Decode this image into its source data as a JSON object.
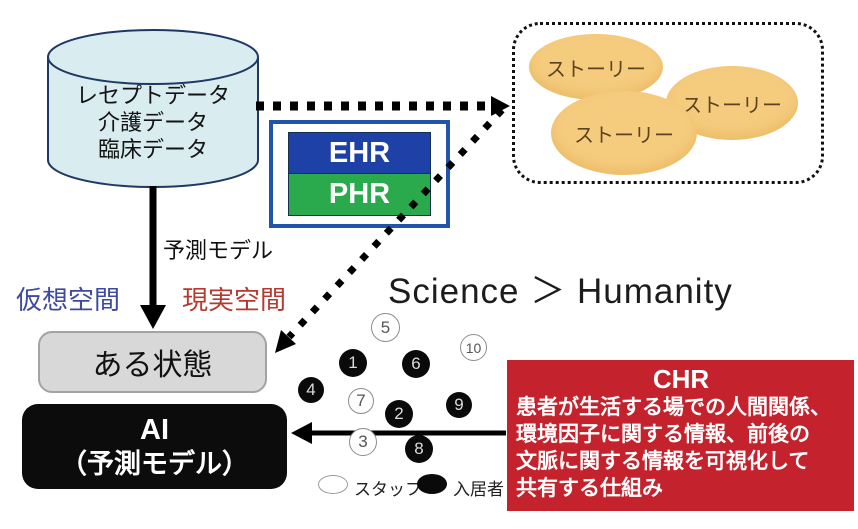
{
  "database": {
    "lines": [
      "レセプトデータ",
      "介護データ",
      "臨床データ"
    ]
  },
  "prediction": {
    "label": "予測モデル"
  },
  "spaces": {
    "virtual": "仮想空間",
    "real": "現実空間"
  },
  "science": {
    "text": "Science ＞ Humanity"
  },
  "state": {
    "label": "ある状態"
  },
  "ai": {
    "line1": "AI",
    "line2": "（予測モデル）"
  },
  "ehr_phr": {
    "ehr": "EHR",
    "phr": "PHR"
  },
  "story_cloud": {
    "stories": [
      "ストーリー",
      "ストーリー",
      "ストーリー"
    ]
  },
  "people": {
    "circles": [
      {
        "number": "1",
        "type": "resident"
      },
      {
        "number": "2",
        "type": "resident"
      },
      {
        "number": "3",
        "type": "staff"
      },
      {
        "number": "4",
        "type": "resident"
      },
      {
        "number": "5",
        "type": "staff"
      },
      {
        "number": "6",
        "type": "resident"
      },
      {
        "number": "7",
        "type": "staff"
      },
      {
        "number": "8",
        "type": "resident"
      },
      {
        "number": "9",
        "type": "resident"
      },
      {
        "number": "10",
        "type": "staff"
      }
    ],
    "legend": {
      "staff": "スタッフ",
      "resident": "入居者"
    }
  },
  "chr": {
    "title": "CHR",
    "lines": [
      "患者が生活する場での人間関係、",
      "環境因子に関する情報、前後の",
      "文脈に関する情報を可視化して",
      "共有する仕組み"
    ]
  },
  "colors": {
    "cylinder_fill": "#d9ecef",
    "cylinder_stroke": "#1f3864",
    "ehr_blue": "#1e41a8",
    "phr_green": "#2baa4d",
    "ehr_border_blue": "#2155ac",
    "story_orange": "#f5cb7e",
    "virtual_blue": "#3d4a9f",
    "real_red": "#b23a2e",
    "state_gray": "#d8d8d8",
    "ai_black": "#0c0c0c",
    "chr_red": "#c4232e"
  }
}
